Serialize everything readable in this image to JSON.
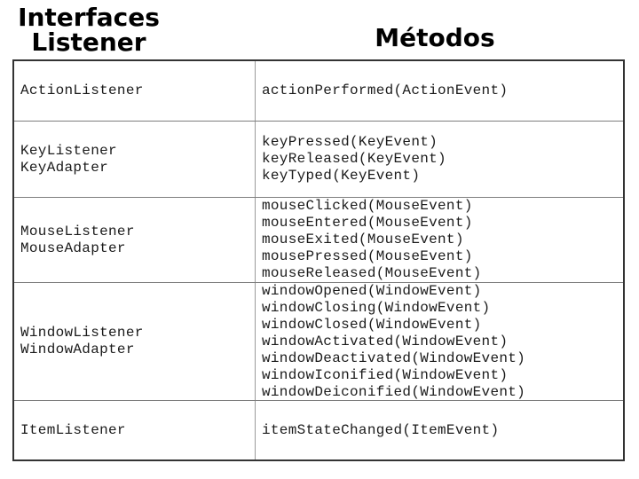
{
  "header": {
    "col1_title_line1": "Interfaces",
    "col1_title_line2": "Listener",
    "col2_title": "Métodos"
  },
  "table": {
    "rows": [
      {
        "interfaces": [
          "ActionListener"
        ],
        "methods": [
          "actionPerformed(ActionEvent)"
        ]
      },
      {
        "interfaces": [
          "KeyListener",
          "KeyAdapter"
        ],
        "methods": [
          "keyPressed(KeyEvent)",
          "keyReleased(KeyEvent)",
          "keyTyped(KeyEvent)"
        ]
      },
      {
        "interfaces": [
          "MouseListener",
          "MouseAdapter"
        ],
        "methods": [
          "mouseClicked(MouseEvent)",
          "mouseEntered(MouseEvent)",
          "mouseExited(MouseEvent)",
          "mousePressed(MouseEvent)",
          "mouseReleased(MouseEvent)"
        ]
      },
      {
        "interfaces": [
          "WindowListener",
          "WindowAdapter"
        ],
        "methods": [
          "windowOpened(WindowEvent)",
          "windowClosing(WindowEvent)",
          "windowClosed(WindowEvent)",
          "windowActivated(WindowEvent)",
          "windowDeactivated(WindowEvent)",
          "windowIconified(WindowEvent)",
          "windowDeiconified(WindowEvent)"
        ]
      },
      {
        "interfaces": [
          "ItemListener"
        ],
        "methods": [
          "itemStateChanged(ItemEvent)"
        ]
      }
    ]
  },
  "colors": {
    "background": "#ffffff",
    "title_text": "#000000",
    "table_text": "#1b1b1b",
    "outer_border": "#333333",
    "inner_border": "#7e7e7e"
  }
}
